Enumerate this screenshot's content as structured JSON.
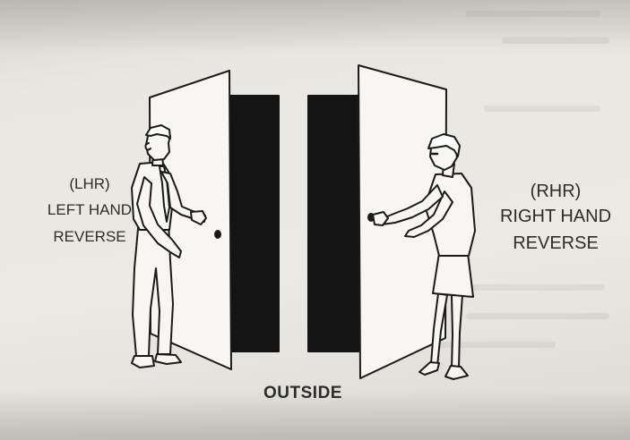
{
  "left_label": {
    "abbr": "(LHR)",
    "line1": "LEFT HAND",
    "line2": "REVERSE"
  },
  "right_label": {
    "abbr": "(RHR)",
    "line1": "RIGHT HAND",
    "line2": "REVERSE"
  },
  "bottom_label": "OUTSIDE",
  "colors": {
    "ink": "#1a1a1a",
    "paper": "#e9e7e1",
    "door_face": "#f7f6f2"
  },
  "icons": [
    "man-figure",
    "woman-figure",
    "left-door",
    "right-door",
    "door-knob"
  ]
}
